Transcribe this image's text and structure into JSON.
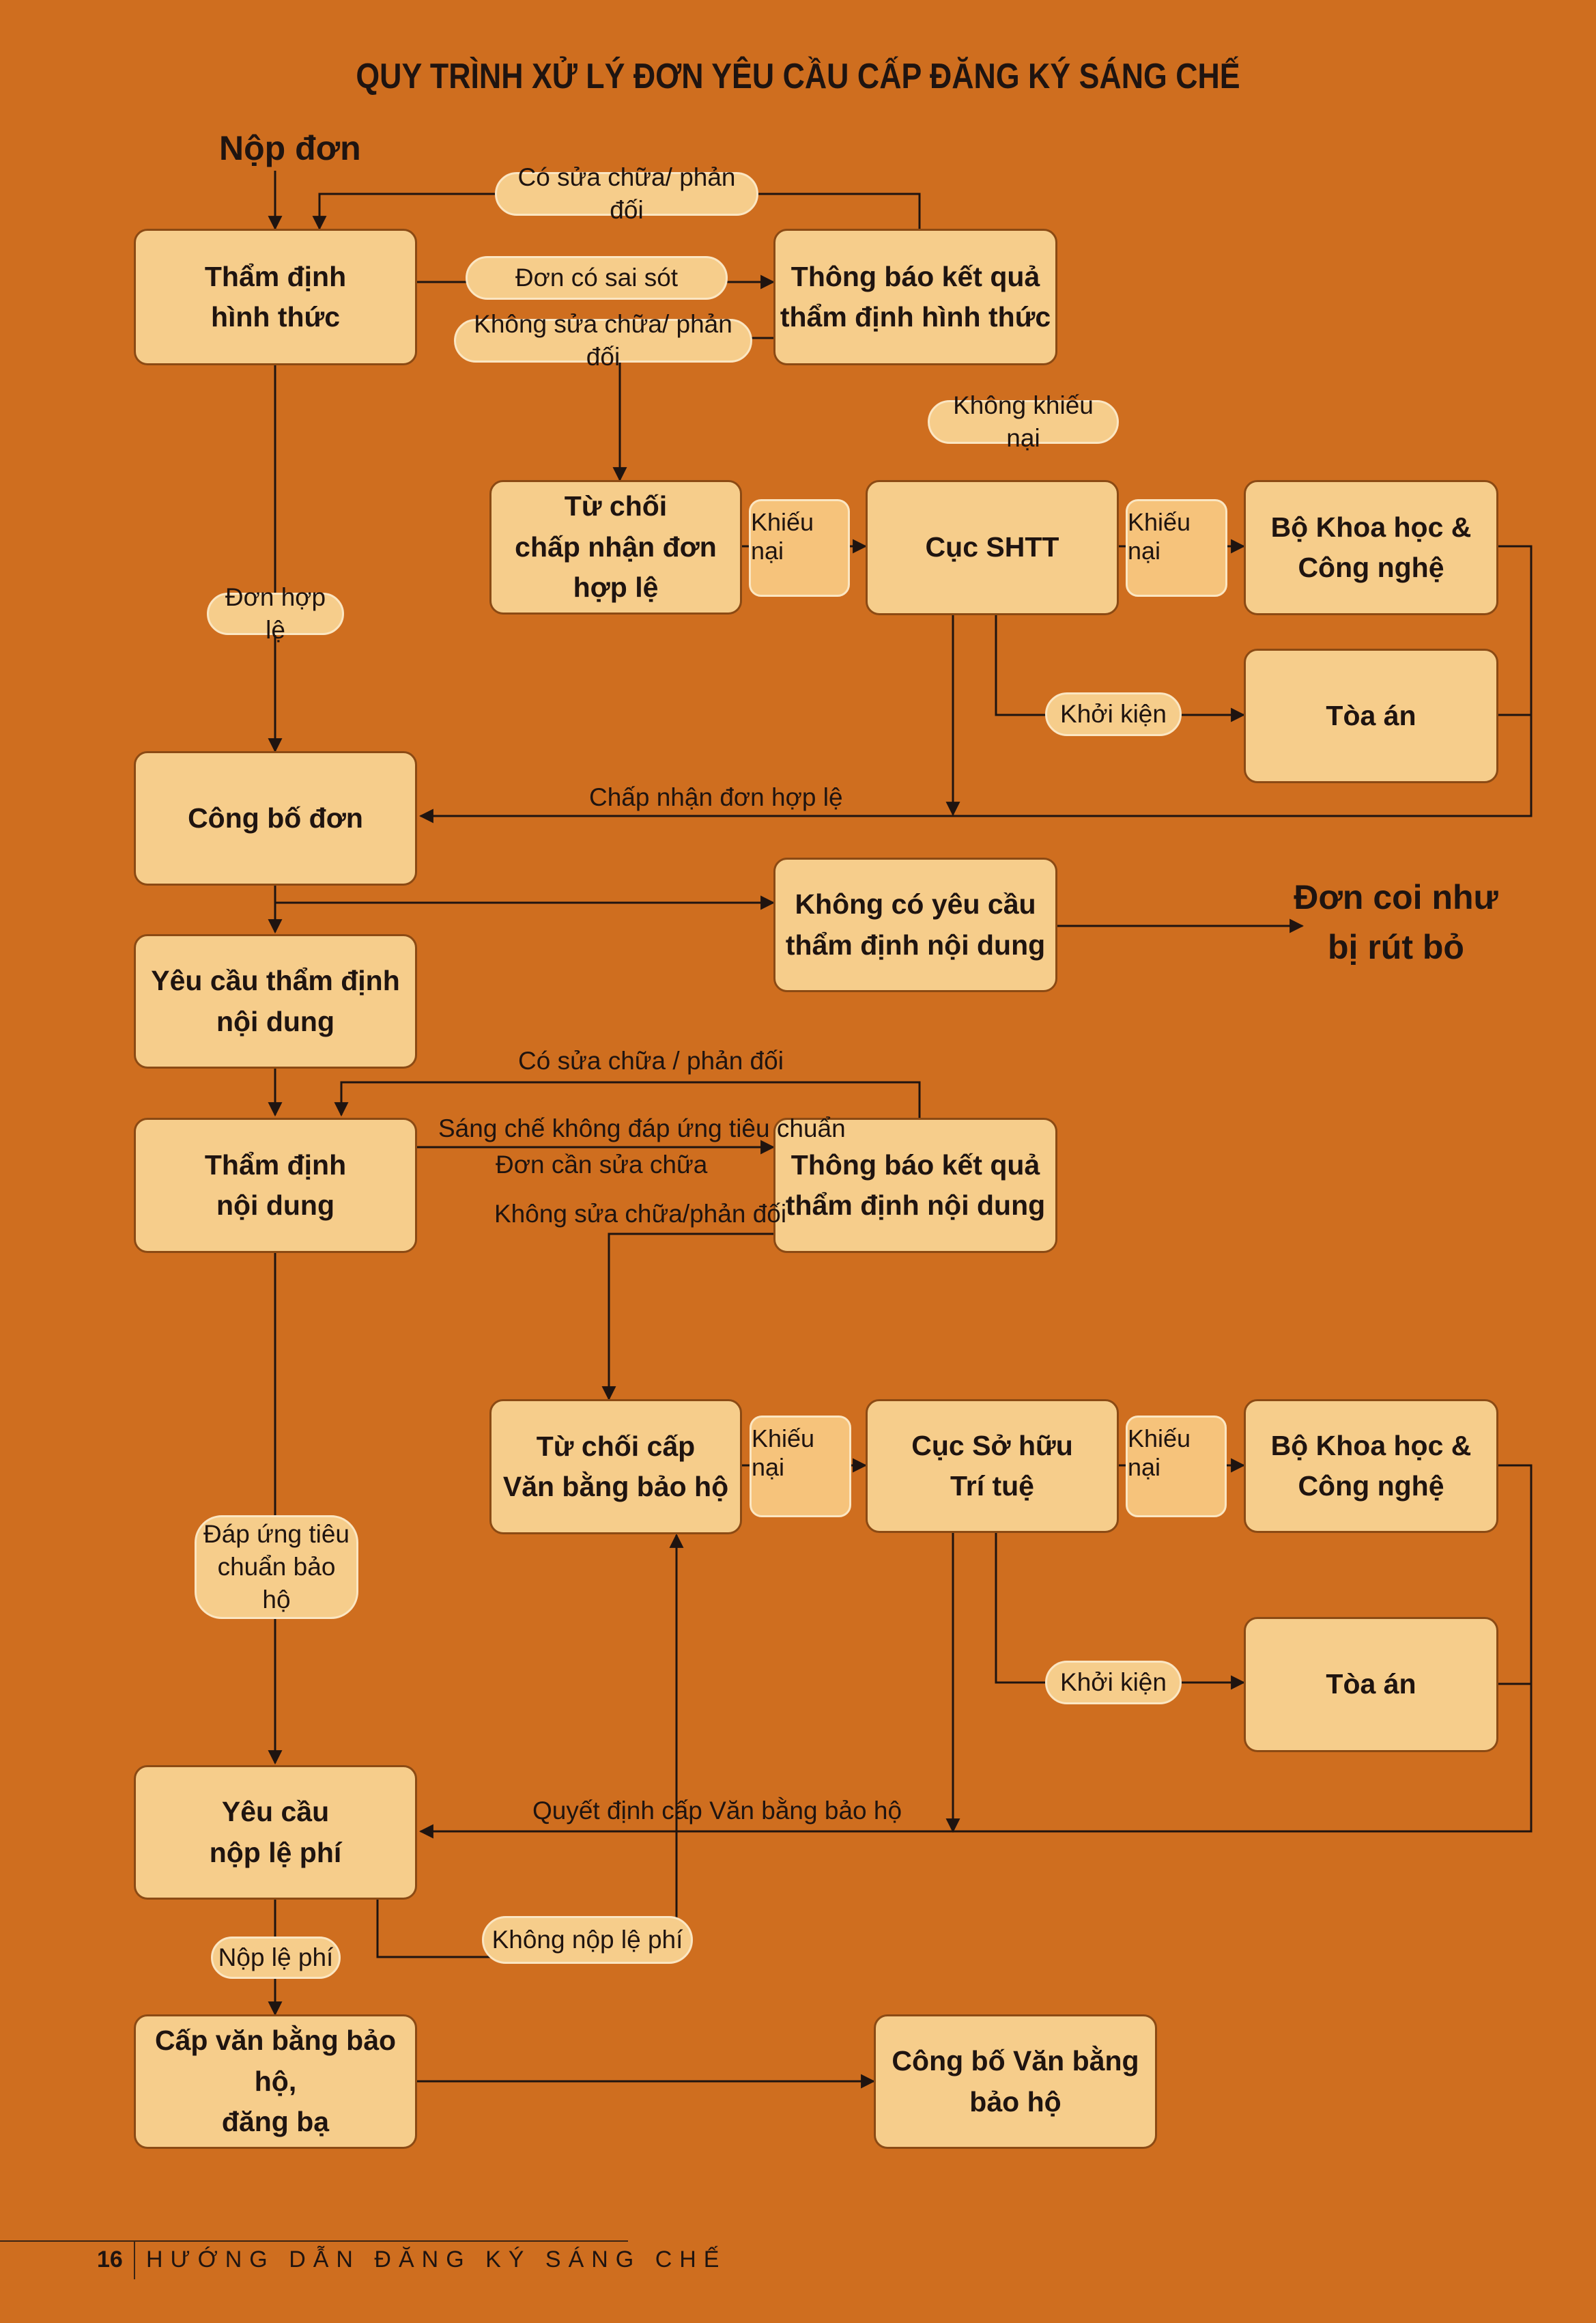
{
  "title": "QUY TRÌNH XỬ LÝ ĐƠN YÊU CẦU CẤP ĐĂNG KÝ SÁNG CHẾ",
  "start_label": "Nộp đơn",
  "boxes": {
    "tham_dinh_hinh_thuc": "Thẩm định\nhình thức",
    "thong_bao_hinh_thuc": "Thông báo kết quả\nthẩm định hình thức",
    "tu_choi_don": "Từ chối\nchấp nhận đơn\nhợp lệ",
    "cuc_shtt": "Cục SHTT",
    "bo_khcn_1": "Bộ Khoa học &\nCông nghệ",
    "toa_an_1": "Tòa án",
    "cong_bo_don": "Công bố đơn",
    "khong_yeu_cau": "Không có yêu cầu\nthẩm định nội dung",
    "yeu_cau_tham_dinh": "Yêu cầu thẩm định\nnội dung",
    "tham_dinh_noi_dung": "Thẩm định\nnội dung",
    "thong_bao_noi_dung": "Thông báo kết quả\nthẩm định nội dung",
    "tu_choi_van_bang": "Từ chối cấp\nVăn bằng bảo hộ",
    "cuc_so_huu": "Cục Sở hữu\nTrí tuệ",
    "bo_khcn_2": "Bộ Khoa học &\nCông nghệ",
    "toa_an_2": "Tòa án",
    "yeu_cau_le_phi": "Yêu cầu\nnộp lệ phí",
    "cap_van_bang": "Cấp văn bằng bảo hộ,\nđăng bạ",
    "cong_bo_van_bang": "Công bố Văn bằng\nbảo hộ"
  },
  "end_label": "Đơn coi như\nbị rút bỏ",
  "pills": {
    "co_sua_chua_1": "Có sửa chữa/ phản đối",
    "don_co_sai_sot": "Đơn có sai sót",
    "khong_sua_chua_1": "Không sửa chữa/ phản đối",
    "khong_khieu_nai": "Không khiếu nại",
    "don_hop_le": "Đơn hợp lệ",
    "khoi_kien_1": "Khởi kiện",
    "dap_ung": "Đáp ứng tiêu\nchuẩn bảo hộ",
    "khoi_kien_2": "Khởi kiện",
    "khong_nop_le_phi": "Không nộp lệ phí",
    "nop_le_phi": "Nộp lệ phí"
  },
  "tags": {
    "khieu_nai_1": "Khiếu nại",
    "khieu_nai_2": "Khiếu nại",
    "khieu_nai_3": "Khiếu nại",
    "khieu_nai_4": "Khiếu nại"
  },
  "labels": {
    "chap_nhan": "Chấp nhận đơn hợp lệ",
    "co_sua_chua_2": "Có sửa chữa / phản đối",
    "sang_che": "Sáng chế không đáp ứng tiêu chuẩn",
    "don_can_sua": "Đơn cần sửa chữa",
    "khong_sua_chua_2": "Không sửa chữa/phản đối",
    "quyet_dinh": "Quyết định cấp Văn bằng bảo hộ"
  },
  "footer": {
    "page_number": "16",
    "text": "HƯỚNG DẪN ĐĂNG KÝ SÁNG CHẾ"
  }
}
